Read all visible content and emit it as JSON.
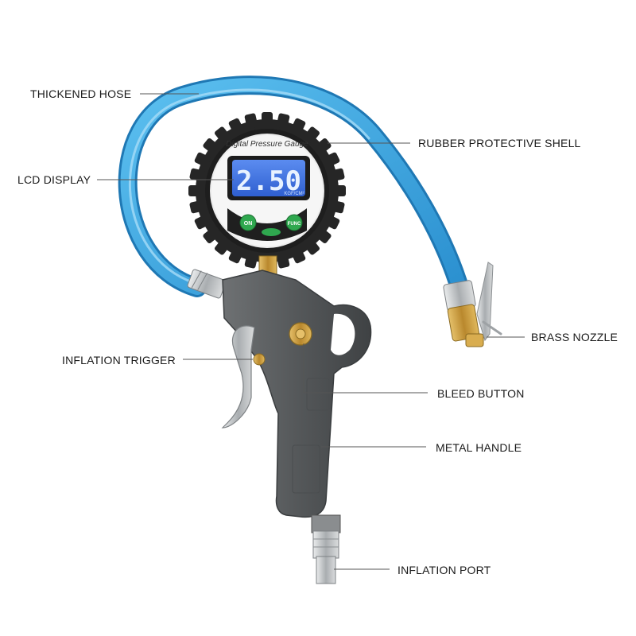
{
  "gauge": {
    "brand_text": "Digital Pressure Gauge",
    "reading": "2.50",
    "unit": "KGF/CM²",
    "on_button": "ON",
    "func_button": "FUNC"
  },
  "callouts": {
    "thickened_hose": "THICKENED HOSE",
    "lcd_display": "LCD DISPLAY",
    "rubber_protective_shell": "RUBBER PROTECTIVE SHELL",
    "brass_nozzle": "BRASS NOZZLE",
    "inflation_trigger": "INFLATION TRIGGER",
    "bleed_button": "BLEED BUTTON",
    "metal_handle": "METAL HANDLE",
    "inflation_port": "INFLATION PORT"
  },
  "colors": {
    "hose": "#3aa7e0",
    "hose_dark": "#1f78b4",
    "rubber": "#2b2b2b",
    "lcd": "#3f6fe0",
    "lcd_text": "#e8f2ff",
    "button_green": "#2fa84f",
    "handle": "#5c5f61",
    "brass": "#c89b3c",
    "chrome": "#c9ccce"
  }
}
